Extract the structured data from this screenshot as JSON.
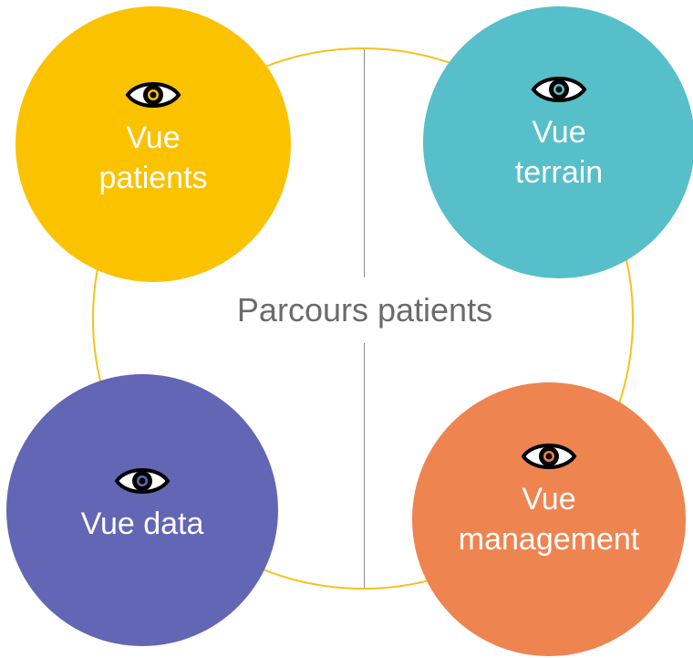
{
  "diagram": {
    "center_label": "Parcours patients",
    "nodes": [
      {
        "id": "patients",
        "lines": [
          "Vue",
          "patients"
        ],
        "color": "#fbc200",
        "icon": "eye-icon"
      },
      {
        "id": "terrain",
        "lines": [
          "Vue",
          "terrain"
        ],
        "color": "#57bfc9",
        "icon": "eye-icon"
      },
      {
        "id": "data",
        "lines": [
          "Vue data"
        ],
        "color": "#6266b4",
        "icon": "eye-icon"
      },
      {
        "id": "management",
        "lines": [
          "Vue",
          "management"
        ],
        "color": "#ee8450",
        "icon": "eye-icon"
      }
    ],
    "ring_color": "#f6c21b",
    "divider_color": "#8a8a8a"
  }
}
